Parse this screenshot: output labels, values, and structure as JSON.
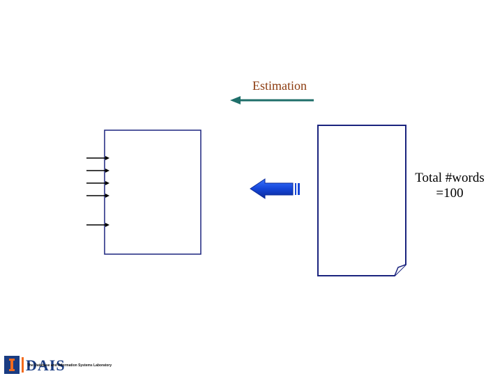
{
  "labels": {
    "estimation": "Estimation",
    "total_line1": "Total #words",
    "total_line2": "=100"
  },
  "logo": {
    "mark": "I",
    "name": "DAIS",
    "subtitle": "The Database and Information Systems Laboratory"
  },
  "colors": {
    "estimation_text": "#8b3a0e",
    "estimation_arrow": "#1f6f6a",
    "block_arrow": "#1546d8",
    "box_border": "#1a237e"
  },
  "icons": {
    "estimation_arrow": "arrow-left-icon",
    "block_arrow": "block-arrow-left-icon",
    "word_pointers": "arrow-right-icon"
  }
}
